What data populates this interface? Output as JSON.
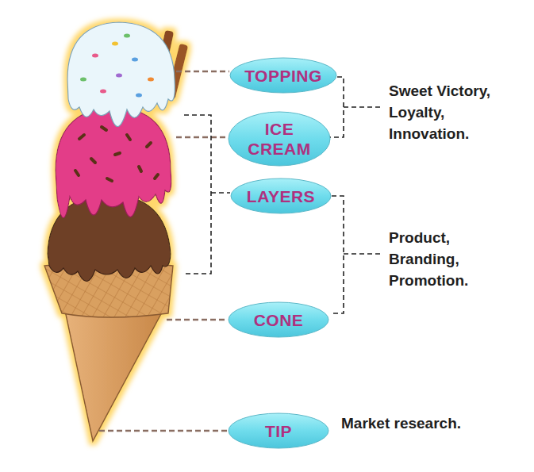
{
  "diagram": {
    "nodes": [
      {
        "text": [
          "TOPPING"
        ]
      },
      {
        "text": [
          "ICE CREAM"
        ]
      },
      {
        "text": [
          "LAYERS"
        ]
      },
      {
        "text": [
          "CONE"
        ]
      },
      {
        "text": [
          "TIP"
        ]
      }
    ],
    "labels": [
      "Sweet Victory, Loyalty, Innovation.",
      "Product, Branding, Promotion.",
      "Market research."
    ]
  }
}
